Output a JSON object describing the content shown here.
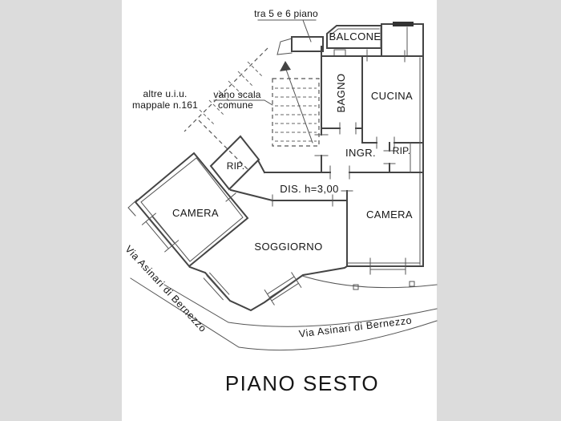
{
  "page": {
    "background_color": "#dcdcdc",
    "paper_color": "#ffffff",
    "line_color": "#444444",
    "title": "PIANO SESTO"
  },
  "annotations": {
    "landing_note": "tra 5 e 6 piano",
    "other_units_line1": "altre u.i.u.",
    "other_units_line2": "mappale n.161",
    "stairwell_line1": "vano scala",
    "stairwell_line2": "comune"
  },
  "rooms": {
    "balcony": "BALCONE",
    "bathroom": "BAGNO",
    "kitchen": "CUCINA",
    "entrance": "INGR.",
    "closet_right": "RIP.",
    "closet_left": "RIP.",
    "hallway": "DIS. h=3,00",
    "bedroom_left": "CAMERA",
    "bedroom_right": "CAMERA",
    "living_room": "SOGGIORNO"
  },
  "streets": {
    "street_left": "Via Asinari di Bernezzo",
    "street_bottom": "Via Asinari di Bernezzo"
  }
}
